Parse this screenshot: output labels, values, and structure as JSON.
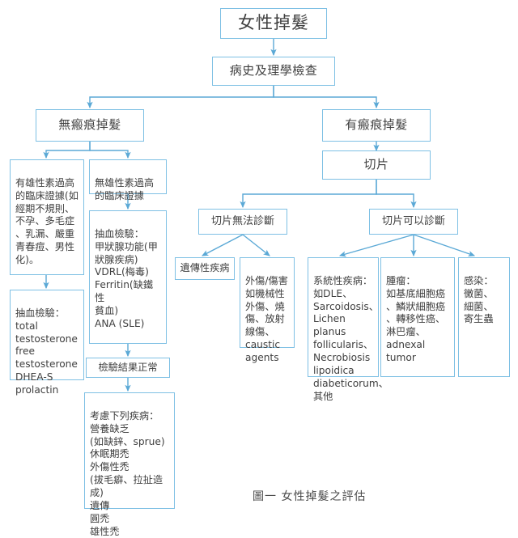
{
  "figure": {
    "caption": "圖一 女性掉髮之評估",
    "line_color": "#7ec0e4",
    "text_color": "#404040"
  },
  "nodes": {
    "root": "女性掉髮",
    "history": "病史及理學檢查",
    "non_scarring": "無瘢痕掉髮",
    "scarring": "有瘢痕掉髮",
    "androgen_excess_clinical": "有雄性素過高\n的臨床證據(如\n經期不規則、\n不孕、多毛症\n、乳漏、嚴重\n青春痘、男性\n化)。",
    "no_androgen_excess_clinical": "無雄性素過高\n的臨床證據",
    "androgen_labs": "抽血檢驗：\ntotal\ntestosterone\nfree\ntestosterone\nDHEA-S\nprolactin",
    "general_labs": "抽血檢驗：\n甲狀腺功能(甲\n狀腺疾病)\nVDRL(梅毒)\nFerritin(缺鐵性\n貧血)\nANA (SLE)",
    "labs_normal": "檢驗結果正常",
    "consider_diseases": "考慮下列疾病：\n營養缺乏\n(如缺鋅、sprue)\n休眠期禿\n外傷性禿\n(拔毛癖、拉扯造成)\n遺傳\n圓禿\n雄性禿",
    "biopsy": "切片",
    "biopsy_nondiagnostic": "切片無法診斷",
    "biopsy_diagnostic": "切片可以診斷",
    "hereditary_disease": "遺傳性疾病",
    "trauma_injury": "外傷/傷害\n如機械性\n外傷、燒\n傷、放射\n線傷、\ncaustic\nagents",
    "systemic_disease": "系統性疾病：\n如DLE、\nSarcoidosis、\nLichen planus\nfollicularis、\nNecrobiosis\nlipoidica\ndiabeticorum、\n其他",
    "tumor": "腫瘤：\n如基底細胞癌\n、鱗狀細胞癌\n、轉移性癌、\n淋巴瘤、\nadnexal tumor",
    "infection": "感染：\n黴菌、\n細菌、\n寄生蟲"
  }
}
